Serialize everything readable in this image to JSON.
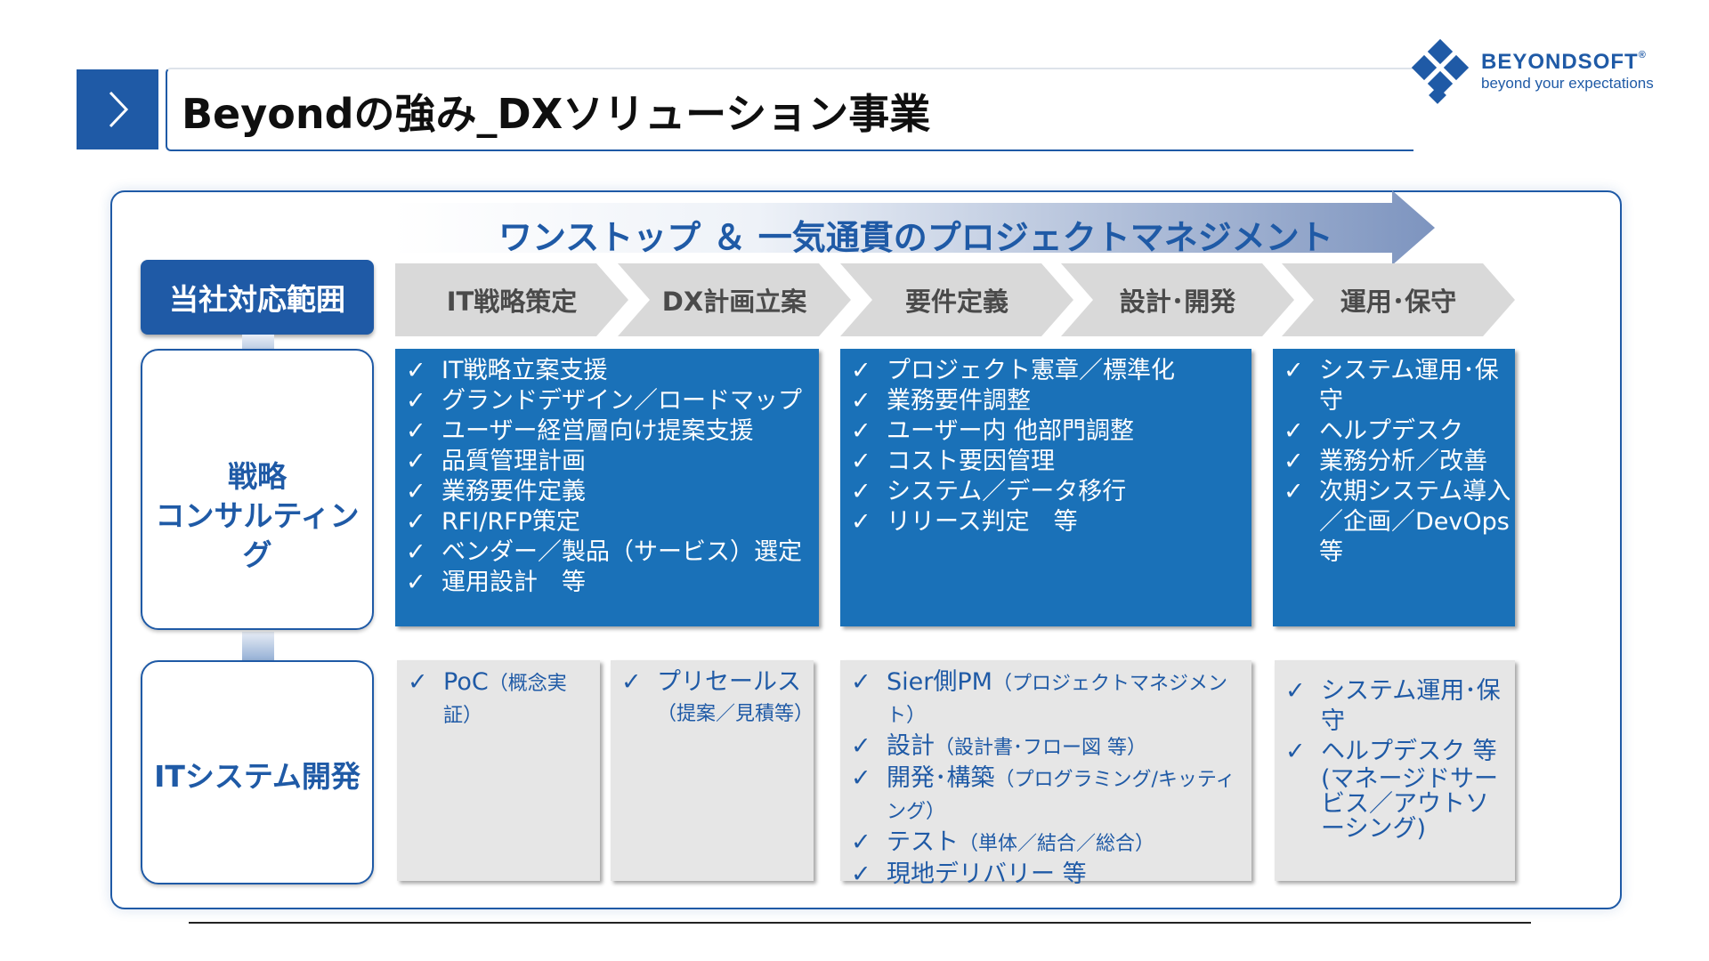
{
  "header": {
    "title": "Beyondの強み_DXソリューション事業"
  },
  "logo": {
    "name": "BEYONDSOFT",
    "registered": "®",
    "tagline": "beyond your expectations"
  },
  "flow": {
    "arrow_label": "ワンストップ ＆ 一気通貫のプロジェクトマネジメント"
  },
  "scope": {
    "label": "当社対応範囲"
  },
  "phases": [
    "IT戦略策定",
    "DX計画立案",
    "要件定義",
    "設計･開発",
    "運用･保守"
  ],
  "rows": {
    "consulting": {
      "line1": "戦略",
      "line2": "コンサルティング"
    },
    "development": {
      "label": "ITシステム開発"
    }
  },
  "check_mark": "✓",
  "consulting_boxes": {
    "strategy_planning": [
      "IT戦略立案支援",
      "グランドデザイン／ロードマップ",
      "ユーザー経営層向け提案支援",
      "品質管理計画",
      "業務要件定義",
      "RFI/RFP策定",
      "ベンダー／製品（サービス）選定",
      "運用設計　等"
    ],
    "requirements": [
      "プロジェクト憲章／標準化",
      "業務要件調整",
      "ユーザー内 他部門調整",
      "コスト要因管理",
      "システム／データ移行",
      "リリース判定　等"
    ],
    "operations": [
      "システム運用･保守",
      "ヘルプデスク",
      "業務分析／改善",
      "次期システム導入／企画／DevOps 等"
    ]
  },
  "development_boxes": {
    "poc": {
      "main": "PoC",
      "note": "（概念実証）"
    },
    "presales": {
      "main": "プリセールス",
      "note": "（提案／見積等）"
    },
    "build": [
      {
        "main": "Sier側PM",
        "note": "（プロジェクトマネジメント）"
      },
      {
        "main": "設計",
        "note": "（設計書･フロー図 等）"
      },
      {
        "main": "開発･構築",
        "note": "（プログラミング/キッティング）"
      },
      {
        "main": "テスト",
        "note": "（単体／結合／総合）"
      },
      {
        "main": "現地デリバリー 等",
        "note": ""
      }
    ],
    "operations": {
      "item1": "システム運用･保守",
      "item2": "ヘルプデスク 等",
      "note": "(マネージドサービス／アウトソーシング)"
    }
  }
}
